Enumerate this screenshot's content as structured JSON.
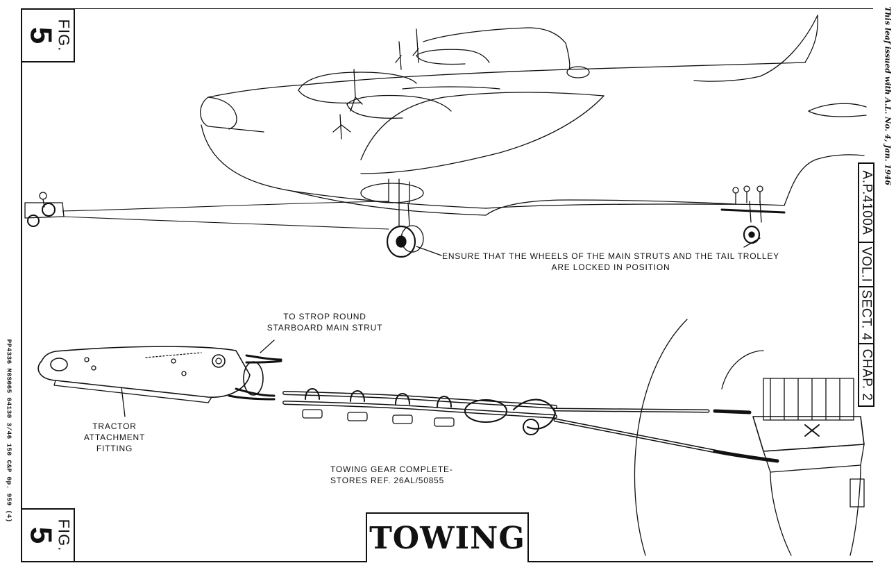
{
  "figure": {
    "fig_label": "FIG.",
    "fig_number": "5"
  },
  "reference": {
    "ap": "A.P.4100A",
    "vol": "VOL.I",
    "sect": "SECT. 4",
    "chap": "CHAP. 2"
  },
  "issue_note": "This leaf issued with A.L. No. 4, Jan. 1946",
  "print_code": "PP4336 M0S065 G4130 3/46 150 C&P Gp. 959 (4)",
  "callouts": {
    "wheels_line1": "ENSURE THAT THE WHEELS OF THE MAIN STRUTS AND THE TAIL TROLLEY",
    "wheels_line2": "ARE LOCKED IN POSITION",
    "strop_line1": "TO STROP ROUND",
    "strop_line2": "STARBOARD MAIN STRUT",
    "tractor_line1": "TRACTOR",
    "tractor_line2": "ATTACHMENT",
    "tractor_line3": "FITTING",
    "gear_line1": "TOWING GEAR COMPLETE-",
    "gear_line2": "STORES REF. 26AL/50855"
  },
  "title": "TOWING"
}
